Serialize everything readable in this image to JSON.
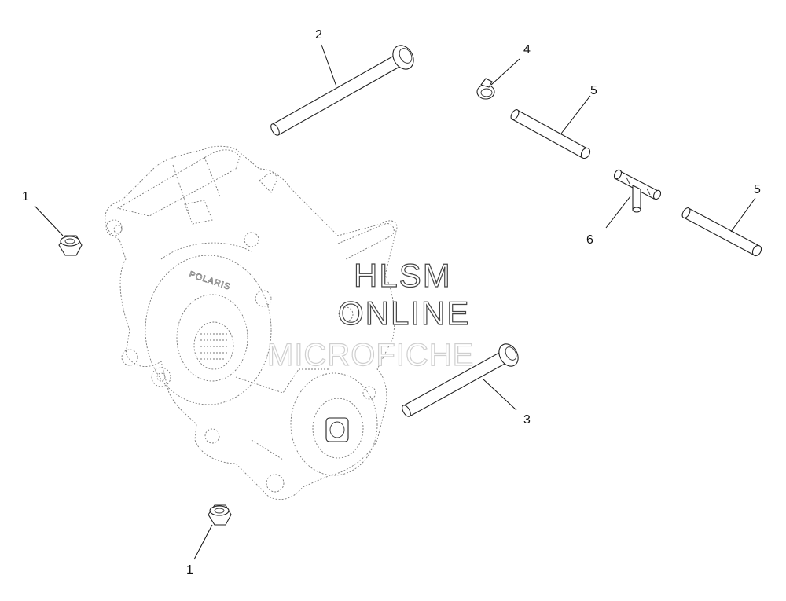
{
  "watermark": {
    "line1": "HLSM",
    "line2": "ONLINE",
    "line3": "MICROFICHE"
  },
  "housing_logo": "POLARIS",
  "callouts": [
    {
      "id": "nut-top",
      "label": "1"
    },
    {
      "id": "nut-bottom",
      "label": "1"
    },
    {
      "id": "bolt-long",
      "label": "2"
    },
    {
      "id": "bolt-lower",
      "label": "3"
    },
    {
      "id": "clamp",
      "label": "4"
    },
    {
      "id": "hose-upper",
      "label": "5"
    },
    {
      "id": "hose-right",
      "label": "5"
    },
    {
      "id": "tee-fitting",
      "label": "6"
    }
  ],
  "colors": {
    "line": "#222222",
    "background": "#ffffff",
    "watermark_outline": "#444444",
    "watermark_faint": "#cfcfcf"
  }
}
